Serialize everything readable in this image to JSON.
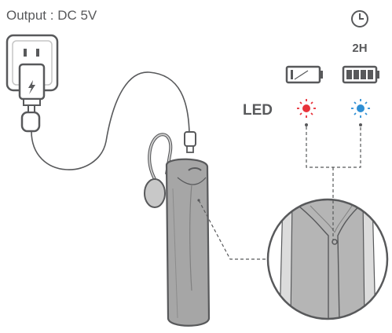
{
  "output_label": "Output : DC 5V",
  "charge_time": "2H",
  "led_label": "LED",
  "icons": {
    "clock": "clock-icon",
    "battery_low": "battery-low-icon",
    "battery_full": "battery-full-icon",
    "led_red": "led-red-icon",
    "led_blue": "led-blue-icon",
    "charging": "lightning-icon"
  },
  "colors": {
    "led_red": "#e8323a",
    "led_blue": "#2f8fd4",
    "line": "#58595b",
    "device": "#a6a6a6"
  }
}
